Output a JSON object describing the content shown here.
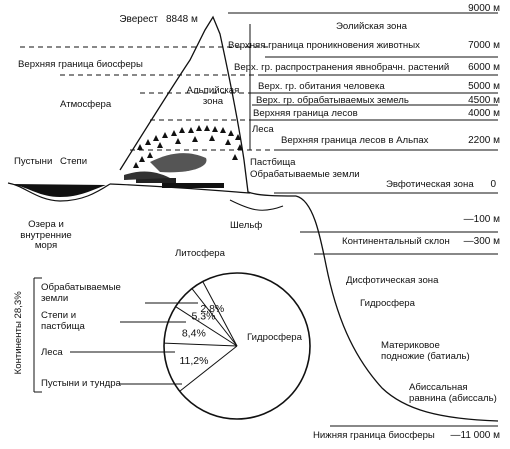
{
  "colors": {
    "ink": "#111111",
    "paper": "#ffffff"
  },
  "labels": {
    "everest": "Эверест",
    "everest_height": "8848 м",
    "eolian_zone": "Эолийская зона",
    "upper_animals": "Верхняя граница проникновения животных",
    "upper_biosphere": "Верхняя граница биосферы",
    "upper_plants": "Верх. гр. распространения явнобрачн. растений",
    "alpine_zone": "Альпийская зона",
    "atmosphere": "Атмосфера",
    "upper_human": "Верх. гр. обитания человека",
    "upper_farmland": "Верх. гр. обрабатываемых земель",
    "upper_forest": "Верхняя граница лесов",
    "forest": "Леса",
    "upper_forest_alps": "Верхняя граница лесов в Альпах",
    "deserts": "Пустыни",
    "steppes": "Степи",
    "pasture": "Пастбища",
    "farmland": "Обрабатываемые земли",
    "euphotic": "Эвфотическая зона",
    "lakes": "Озера и внутренние моря",
    "shelf": "Шельф",
    "lithosphere": "Литосфера",
    "continental_slope": "Континентальный склон",
    "dysphotic": "Дисфотическая зона",
    "hydrosphere_right": "Гидросфера",
    "continental_foot": "Материковое подножие (батиаль)",
    "abyssal": "Абиссальная равнина (абиссаль)",
    "lower_biosphere": "Нижняя граница биосферы",
    "continents": "Континенты 28,3%"
  },
  "scale": [
    "9000 м",
    "7000 м",
    "6000 м",
    "5000 м",
    "4500 м",
    "4000 м",
    "2200 м",
    "0",
    "—100 м",
    "—300 м",
    "—11 000 м"
  ],
  "chart_data": {
    "type": "pie",
    "slices": [
      {
        "name": "Обрабатываемые земли",
        "value": 2.8,
        "label": "2,8%"
      },
      {
        "name": "Степи и пастбища",
        "value": 5.3,
        "label": "5,3%"
      },
      {
        "name": "Леса",
        "value": 8.4,
        "label": "8,4%"
      },
      {
        "name": "Пустыни и тундра",
        "value": 11.2,
        "label": "11,2%"
      },
      {
        "name": "Гидросфера",
        "value": 71.7,
        "label": ""
      }
    ],
    "legend": [
      "Обрабатываемые земли",
      "Степи и пастбища",
      "Леса",
      "Пустыни и тундра"
    ],
    "center_label": "Гидросфера"
  }
}
